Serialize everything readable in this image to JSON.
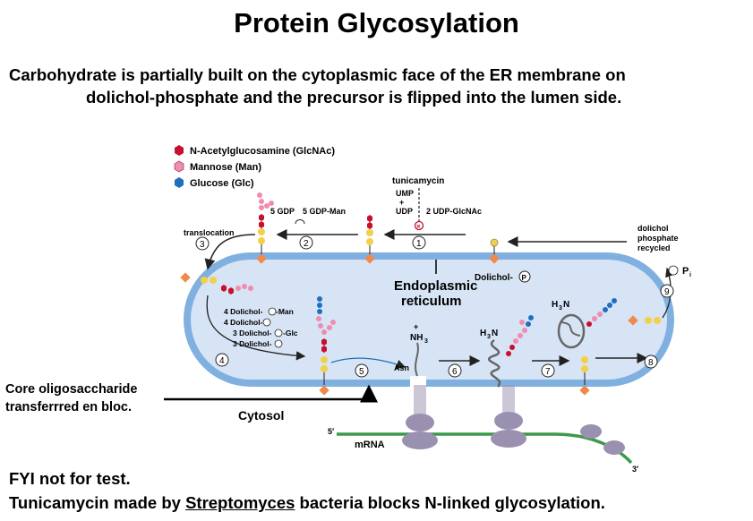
{
  "title": "Protein Glycosylation",
  "subtitle_line1": "Carbohydrate is partially built on the cytoplasmic face of the ER membrane on",
  "subtitle_line2": "dolichol-phosphate and the precursor is flipped into the lumen side.",
  "legend": [
    {
      "label": "N-Acetylglucosamine (GlcNAc)",
      "color": "#c8102e",
      "shape": "hexagon"
    },
    {
      "label": "Mannose (Man)",
      "color": "#f08cb0",
      "shape": "hexagon"
    },
    {
      "label": "Glucose (Glc)",
      "color": "#1f6fbf",
      "shape": "hexagon"
    }
  ],
  "labels": {
    "tunicamycin": "tunicamycin",
    "ump": "UMP",
    "plus": "+",
    "udp": "UDP",
    "udp_glcnac": "2 UDP-GlcNAc",
    "gdp": "5 GDP",
    "gdp_man": "5 GDP-Man",
    "translocation": "translocation",
    "dolichol_phosphate_recycled_1": "dolichol",
    "dolichol_phosphate_recycled_2": "phosphate",
    "dolichol_phosphate_recycled_3": "recycled",
    "er_1": "Endoplasmic",
    "er_2": "reticulum",
    "dolichol_p": "Dolichol-",
    "p": "P",
    "pi": "P",
    "pi_sub": "i",
    "dol_man": "4 Dolichol-",
    "dol_man_suffix": "-Man",
    "dol_4": "4 Dolichol-",
    "dol_glc": "3 Dolichol-",
    "dol_glc_suffix": "-Glc",
    "dol_3": "3 Dolichol-",
    "asn": "Asn",
    "nh3": "NH",
    "nh3_sub": "3",
    "h3n": "H",
    "h3n_sub": "3",
    "h3n_n": "N",
    "cytosol": "Cytosol",
    "mrna": "mRNA",
    "five_prime": "5′",
    "three_prime": "3′"
  },
  "steps": [
    "1",
    "2",
    "3",
    "4",
    "5",
    "6",
    "7",
    "8",
    "9"
  ],
  "core_line1": "Core oligosaccharide",
  "core_line2": "transferrred en bloc.",
  "fyi_line1": "FYI not for test.",
  "fyi_line2_a": "Tunicamycin made by ",
  "fyi_line2_b": "Streptomyces",
  "fyi_line2_c": " bacteria blocks N-linked glycosylation.",
  "colors": {
    "er_lumen": "#d6e4f5",
    "er_membrane": "#7fb0e0",
    "ribosome": "#9a90b0",
    "mrna": "#3c9a4a",
    "phosphate": "#f2d04a",
    "dolichol_anchor": "#f08a4b"
  }
}
